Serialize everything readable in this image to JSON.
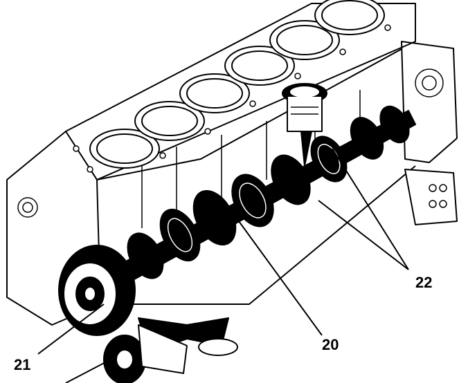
{
  "figure": {
    "background": "#ffffff",
    "ink": "#000000",
    "callouts": [
      {
        "id": "c20",
        "label": "20",
        "target": "crankshaft"
      },
      {
        "id": "c21",
        "label": "21",
        "target": "crankshaft-front-pulley"
      },
      {
        "id": "c22",
        "label": "22",
        "target": "main-bearing-shells"
      }
    ]
  }
}
